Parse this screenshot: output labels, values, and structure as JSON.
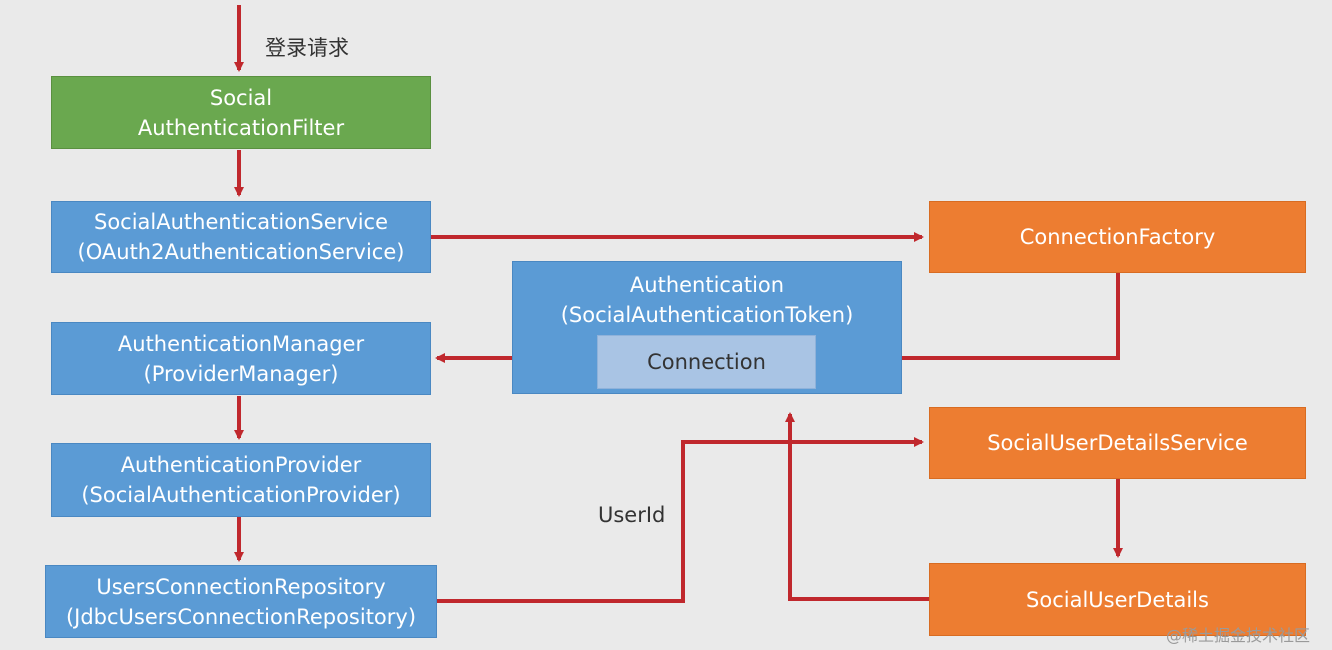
{
  "top_label": "登录请求",
  "nodes": {
    "filter": {
      "lines": [
        "Social",
        "AuthenticationFilter"
      ]
    },
    "service": {
      "lines": [
        "SocialAuthenticationService",
        "(OAuth2AuthenticationService)"
      ]
    },
    "manager": {
      "lines": [
        "AuthenticationManager",
        "(ProviderManager)"
      ]
    },
    "provider": {
      "lines": [
        "AuthenticationProvider",
        "(SocialAuthenticationProvider)"
      ]
    },
    "repository": {
      "lines": [
        "UsersConnectionRepository",
        "(JdbcUsersConnectionRepository)"
      ]
    },
    "authentication": {
      "lines": [
        "Authentication",
        "(SocialAuthenticationToken)"
      ],
      "inner": "Connection"
    },
    "connection_factory": {
      "lines": [
        "ConnectionFactory"
      ]
    },
    "user_details_service": {
      "lines": [
        "SocialUserDetailsService"
      ]
    },
    "user_details": {
      "lines": [
        "SocialUserDetails"
      ]
    }
  },
  "edge_labels": {
    "userid": "UserId"
  },
  "watermark": "@稀土掘金技术社区",
  "colors": {
    "arrow": "#c0282d",
    "green": "#6aa84f",
    "blue": "#5b9bd5",
    "orange": "#ed7d31"
  }
}
